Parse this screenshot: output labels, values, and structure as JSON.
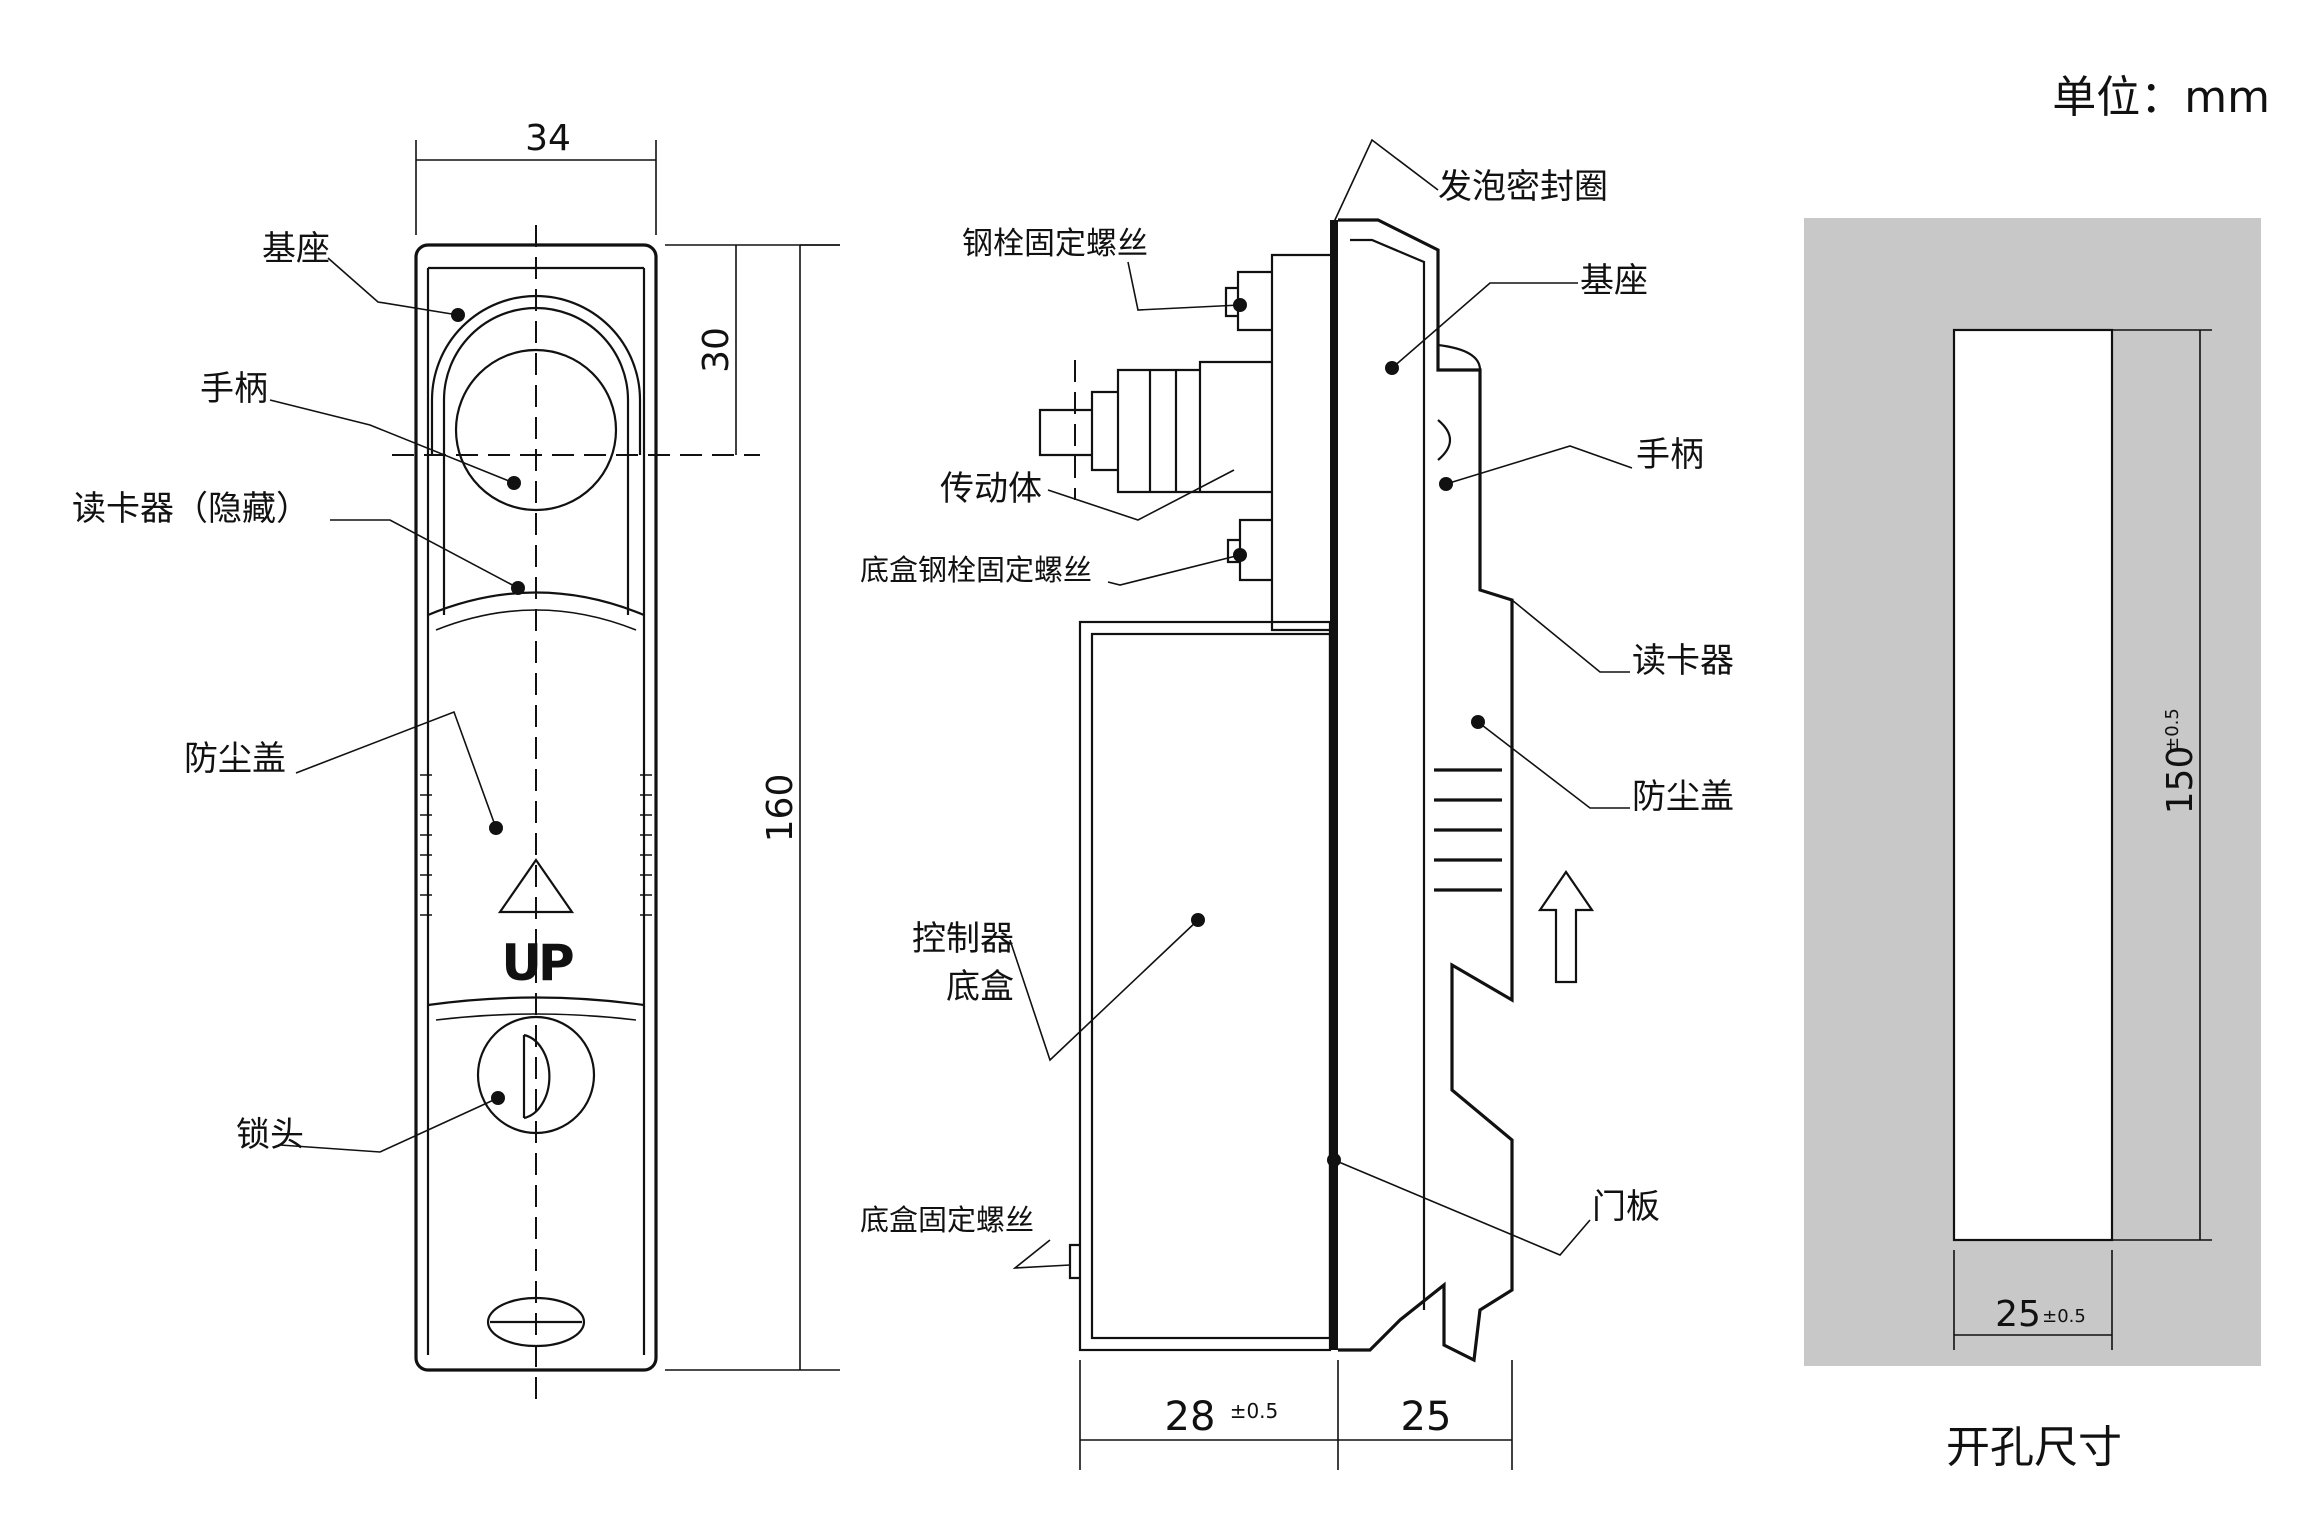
{
  "unit_label": "单位：mm",
  "front_view": {
    "dim_width": "34",
    "dim_top": "30",
    "dim_height": "160",
    "up_mark": "UP",
    "labels": {
      "base": "基座",
      "handle": "手柄",
      "card_reader_hidden": "读卡器（隐藏）",
      "dust_cover": "防尘盖",
      "lock": "锁头"
    }
  },
  "side_view": {
    "dim_box_depth": "28",
    "dim_box_tol": "±0.5",
    "dim_front_depth": "25",
    "labels": {
      "foam_seal": "发泡密封圈",
      "bolt_screw": "钢栓固定螺丝",
      "base": "基座",
      "transmission": "传动体",
      "handle": "手柄",
      "box_bolt_screw": "底盒钢栓固定螺丝",
      "card_reader": "读卡器",
      "dust_cover": "防尘盖",
      "controller_line1": "控制器",
      "controller_line2": "底盒",
      "door_panel": "门板",
      "box_screw": "底盒固定螺丝"
    }
  },
  "cutout": {
    "dim_height": "150",
    "dim_height_tol": "±0.5",
    "dim_width": "25",
    "dim_width_tol": "±0.5",
    "title": "开孔尺寸",
    "fill_color": "#c8c8c8"
  }
}
